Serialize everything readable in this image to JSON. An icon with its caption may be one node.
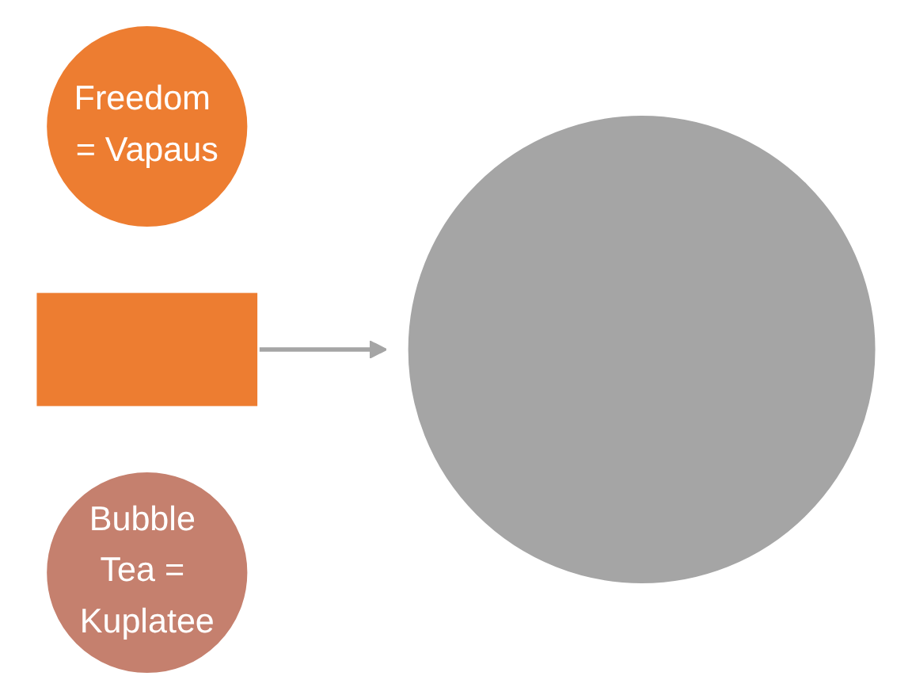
{
  "diagram": {
    "nodes": [
      {
        "text": [
          "Freedom = Vapaus"
        ]
      },
      {
        "text": [],
        "shape": "cross"
      },
      {
        "text": [
          "Bubble Tea = Kuplatee"
        ]
      },
      {
        "text": [],
        "shape": "circle"
      }
    ],
    "edges": [
      {
        "from": 1,
        "to": 3,
        "arrow": "to"
      }
    ]
  }
}
